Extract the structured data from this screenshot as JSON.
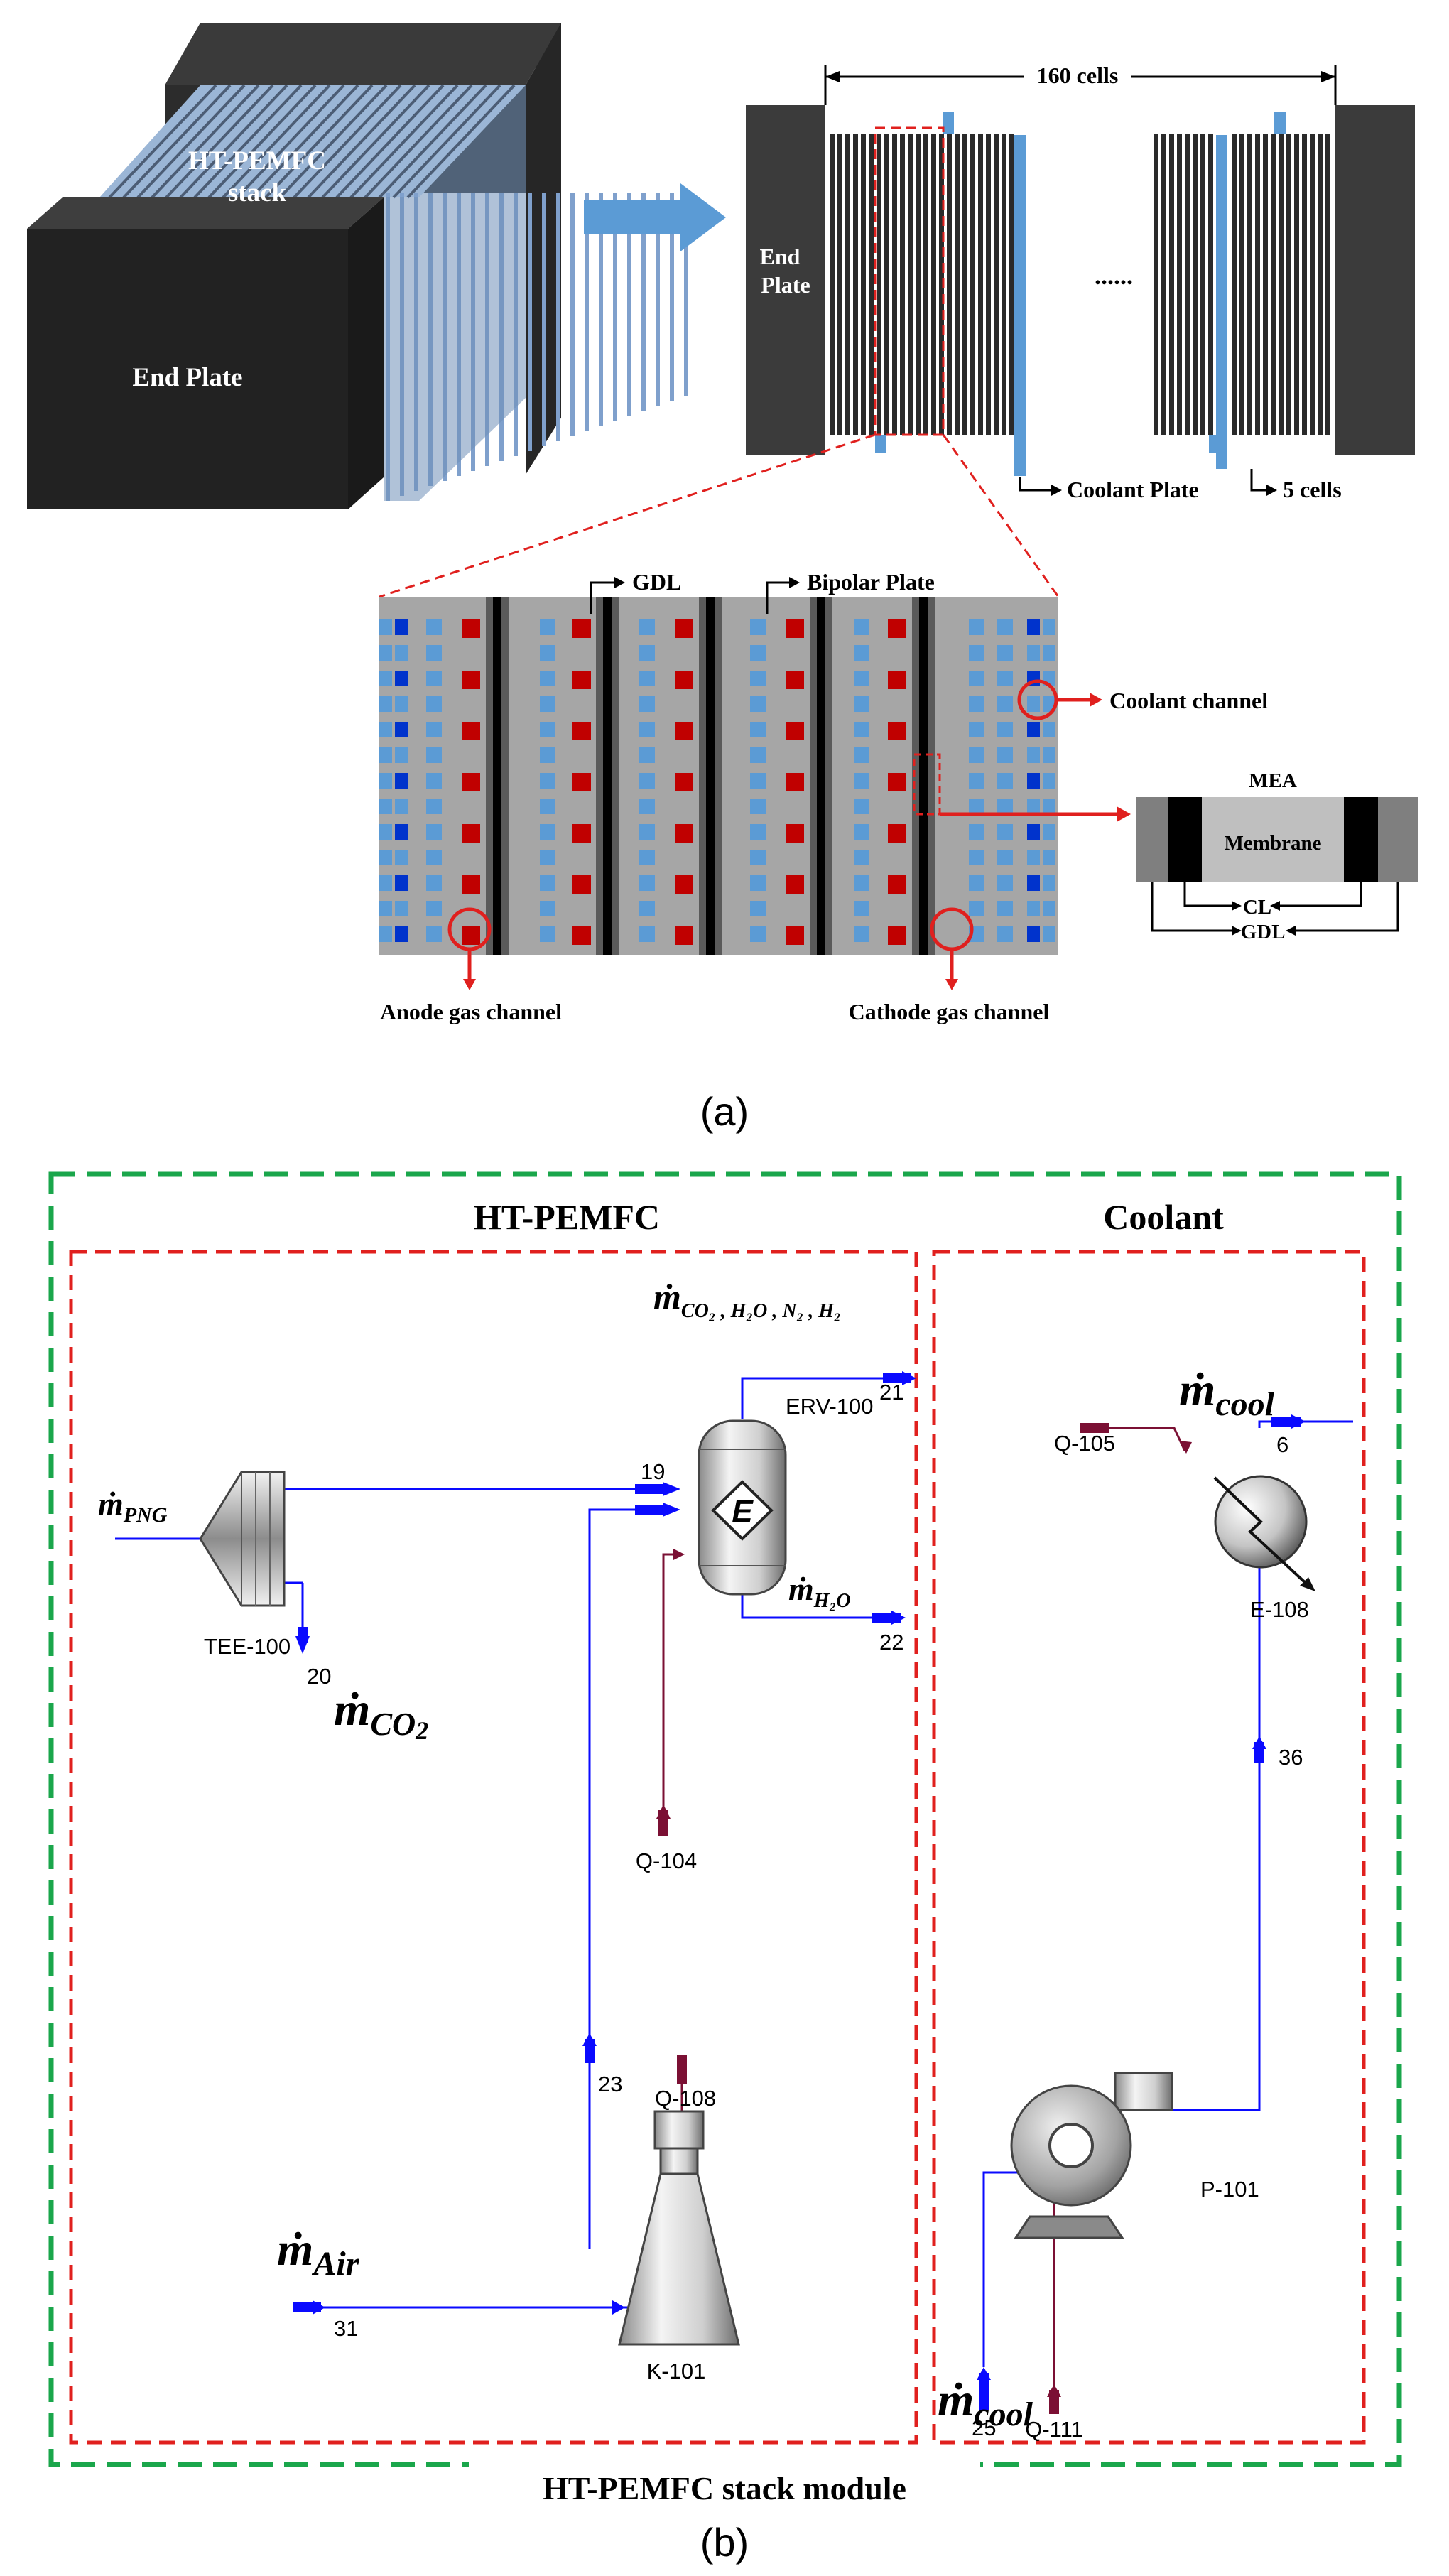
{
  "panel_a": {
    "label": "(a)",
    "stack": {
      "title_line1": "HT-PEMFC",
      "title_line2": "stack",
      "end_plate": "End Plate"
    },
    "side_view": {
      "cells_top": "160 cells",
      "end_plate_line1": "End",
      "end_plate_line2": "Plate",
      "dots": "......",
      "coolant_plate": "Coolant Plate",
      "five_cells": "5 cells"
    },
    "detail": {
      "gdl": "GDL",
      "bipolar_plate": "Bipolar Plate",
      "coolant_channel": "Coolant channel",
      "anode_gas_channel": "Anode gas channel",
      "cathode_gas_channel": "Cathode gas channel"
    },
    "mea": {
      "title": "MEA",
      "membrane": "Membrane",
      "cl": "CL",
      "gdl": "GDL"
    },
    "colors": {
      "plate": "#3b3b3b",
      "blue": "#5b9bd5",
      "red": "#c00000",
      "gray": "#a6a6a6",
      "coolant": "#0033cc"
    }
  },
  "panel_b": {
    "label": "(b)",
    "group_hdr_left": "HT-PEMFC",
    "group_hdr_right": "Coolant",
    "module_caption": "HT-PEMFC stack module",
    "units": {
      "tee": "TEE-100",
      "erv": "ERV-100",
      "erv_symbol": "E",
      "compressor": "K-101",
      "exchanger": "E-108",
      "pump": "P-101"
    },
    "streams": {
      "s19": "19",
      "s20": "20",
      "s21": "21",
      "s22": "22",
      "s23": "23",
      "s31": "31",
      "s6": "6",
      "s36": "36",
      "s25": "25",
      "q104": "Q-104",
      "q105": "Q-105",
      "q108": "Q-108",
      "q111": "Q-111"
    },
    "flows": {
      "png": {
        "m": "ṁ",
        "sub": "PNG"
      },
      "co2": {
        "m": "ṁ",
        "sub": "CO",
        "sub2": "2"
      },
      "exhaust": {
        "m": "ṁ",
        "sub": "CO₂ , H₂O , N₂ , H₂"
      },
      "h2o": {
        "m": "ṁ",
        "sub": "H₂O"
      },
      "air": {
        "m": "ṁ",
        "sub": "Air"
      },
      "cool_out": {
        "m": "ṁ",
        "sub": "cool"
      },
      "cool_in": {
        "m": "ṁ",
        "sub": "cool"
      }
    },
    "colors": {
      "module_border": "#1aa64b",
      "group_border": "#e0201e",
      "material": "#0a0aff",
      "energy": "#7b1034"
    }
  }
}
